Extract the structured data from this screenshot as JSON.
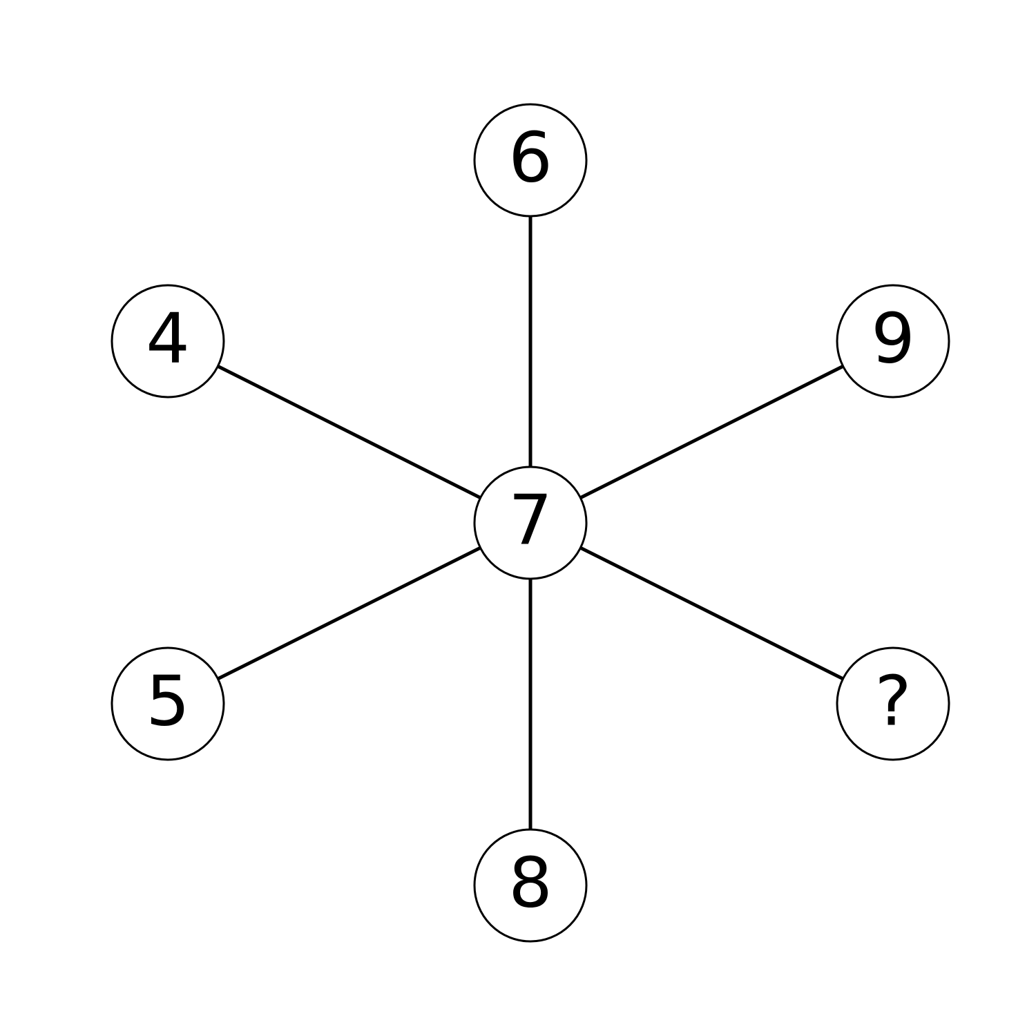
{
  "diagram": {
    "center": {
      "label": "7"
    },
    "spokes": [
      {
        "id": "top",
        "label": "6"
      },
      {
        "id": "upper-right",
        "label": "9"
      },
      {
        "id": "lower-right",
        "label": "?"
      },
      {
        "id": "bottom",
        "label": "8"
      },
      {
        "id": "lower-left",
        "label": "5"
      },
      {
        "id": "upper-left",
        "label": "4"
      }
    ]
  }
}
